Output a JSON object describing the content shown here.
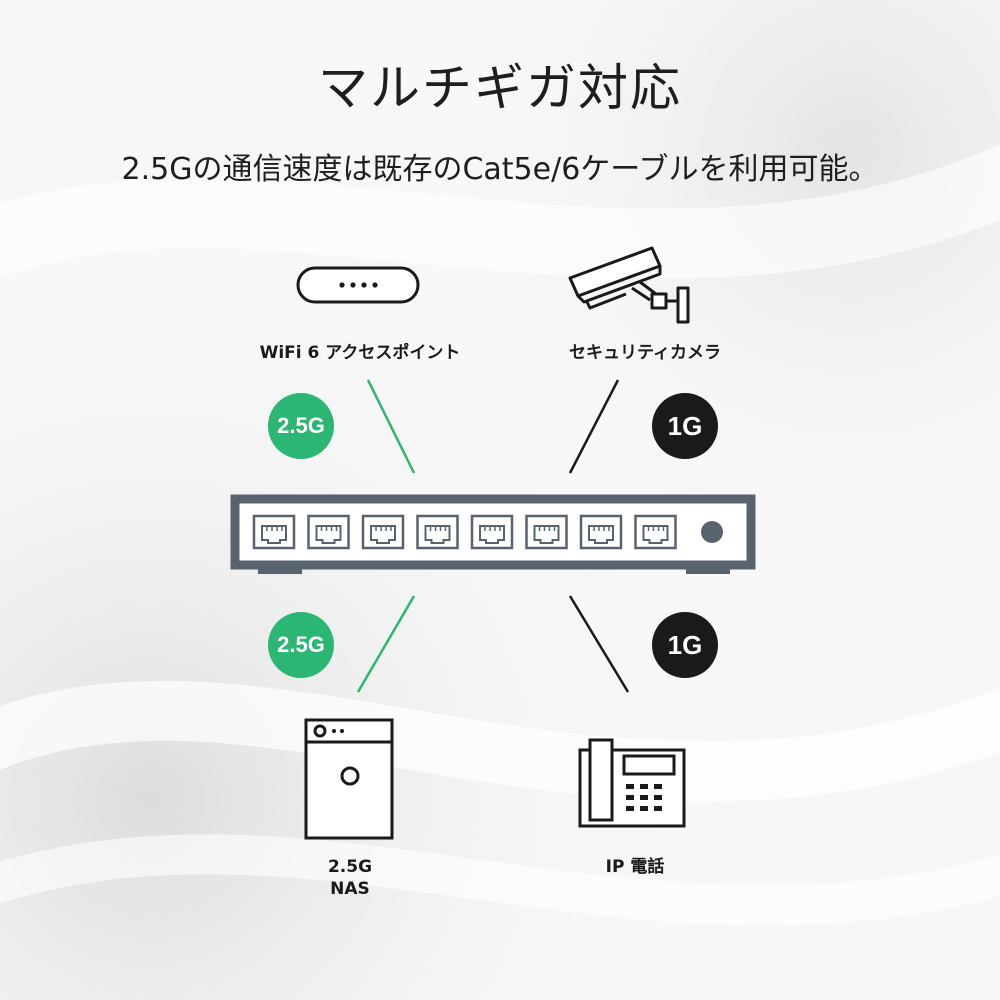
{
  "title": "マルチギガ対応",
  "subtitle": "2.5Gの通信速度は既存のCat5e/6ケーブルを利用可能。",
  "devices": {
    "wifi": {
      "label": "WiFi 6 アクセスポイント",
      "speed": "2.5G"
    },
    "camera": {
      "label": "セキュリティカメラ",
      "speed": "1G"
    },
    "nas": {
      "label_line1": "2.5G",
      "label_line2": "NAS",
      "speed": "2.5G"
    },
    "phone": {
      "label": "IP 電話",
      "speed": "1G"
    }
  },
  "switch": {
    "port_count": 8
  },
  "colors": {
    "green": "#2bb673",
    "dark": "#1a1a1a",
    "switch_frame": "#59636f",
    "icon_stroke": "#1a1a1a"
  },
  "icons": {
    "wifi": "access-point-icon",
    "camera": "security-camera-icon",
    "nas": "nas-server-icon",
    "phone": "ip-phone-icon"
  }
}
